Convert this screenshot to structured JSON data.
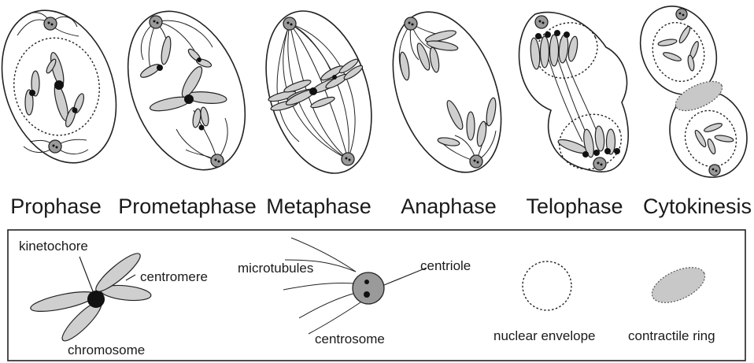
{
  "phases": [
    {
      "id": "prophase",
      "label": "Prophase"
    },
    {
      "id": "prometaphase",
      "label": "Prometaphase"
    },
    {
      "id": "metaphase",
      "label": "Metaphase"
    },
    {
      "id": "anaphase",
      "label": "Anaphase"
    },
    {
      "id": "telophase",
      "label": "Telophase"
    },
    {
      "id": "cytokinesis",
      "label": "Cytokinesis"
    }
  ],
  "legend": {
    "kinetochore": "kinetochore",
    "centromere": "centromere",
    "chromosome": "chromosome",
    "microtubules": "microtubules",
    "centriole": "centriole",
    "centrosome": "centrosome",
    "nuclear_envelope": "nuclear envelope",
    "contractile_ring": "contractile ring"
  }
}
